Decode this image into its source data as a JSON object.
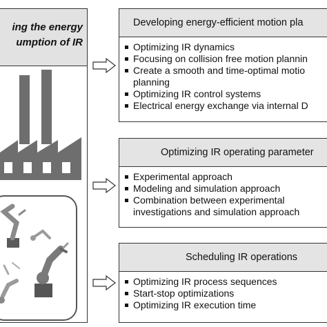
{
  "left": {
    "title_line1": "ing the energy",
    "title_line2": "umption of IR",
    "factory_icon": "factory-icon",
    "robots_image": "industrial-robots-image"
  },
  "boxes": [
    {
      "title": "Developing energy-efficient motion pla",
      "items": [
        "Optimizing IR dynamics",
        "Focusing on collision free motion plannin",
        "Create a smooth and time-optimal motio",
        "planning",
        "Optimizing IR control systems",
        "Electrical energy exchange via internal D"
      ]
    },
    {
      "title": "Optimizing IR operating parameter",
      "items": [
        "Experimental approach",
        "Modeling and simulation approach",
        "Combination between experimental",
        "investigations and simulation approach"
      ]
    },
    {
      "title": "Scheduling IR operations",
      "items": [
        "Optimizing IR process sequences",
        "Start-stop optimizations",
        "Optimizing IR execution time"
      ]
    }
  ],
  "colors": {
    "header_fill": "#e4e4e4",
    "icon_gray": "#6e6e6e",
    "border": "#333333"
  }
}
